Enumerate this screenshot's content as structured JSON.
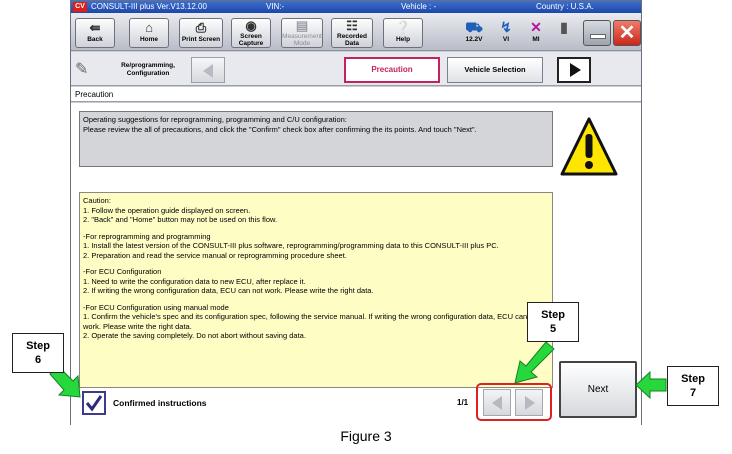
{
  "titlebar": {
    "logo": "CV",
    "app_title": "CONSULT-III plus Ver.V13.12.00",
    "vin": "VIN:-",
    "vehicle": "Vehicle : -",
    "country": "Country : U.S.A."
  },
  "toolbar": {
    "back": "Back",
    "home": "Home",
    "print_screen": "Print Screen",
    "screen_capture_1": "Screen",
    "screen_capture_2": "Capture",
    "measurement_mode_1": "Measurement",
    "measurement_mode_2": "Mode",
    "recorded_data_1": "Recorded",
    "recorded_data_2": "Data",
    "help": "Help",
    "voltage": "12.2V",
    "vi": "VI",
    "mi": "MI"
  },
  "navbar": {
    "mode_label_1": "Re/programming,",
    "mode_label_2": "Configuration",
    "crumb_active": "Precaution",
    "crumb_next": "Vehicle Selection"
  },
  "section_label": "Precaution",
  "suggestion": {
    "line1": "Operating suggestions for reprogramming, programming and C/U configuration:",
    "line2": "Please review the all of precautions, and click the \"Confirm\" check box after confirming the its points. And touch \"Next\"."
  },
  "caution": {
    "p1": "Caution:\n1. Follow the operation guide displayed on screen.\n2. \"Back\" and  \"Home\" button may not be used on this flow.",
    "p2": "-For reprogramming and programming\n1. Install the latest version of the CONSULT-III plus software, reprogramming/programming data to this CONSULT-III plus PC.\n2. Preparation and read the service manual or reprogramming procedure sheet.",
    "p3": "-For ECU Configuration\n1. Need to write the configuration data to new ECU, after replace it.\n2. If writing the wrong configuration data, ECU can not work. Please write the right data.",
    "p4": "-For ECU Configuration using manual mode\n1. Confirm the vehicle's spec and its configuration spec, following the service manual.  If writing the wrong configuration data, ECU can not work. Please write the right data.\n2. Operate the saving completely. Do not abort without saving data."
  },
  "confirm": {
    "label": "Confirmed instructions",
    "checked": true
  },
  "pager": {
    "indicator": "1/1"
  },
  "next_label": "Next",
  "annotations": {
    "step6_a": "Step",
    "step6_b": "6",
    "step5_a": "Step",
    "step5_b": "5",
    "step7_a": "Step",
    "step7_b": "7",
    "arrow_color": "#27d83c"
  },
  "figure_caption": "Figure 3",
  "colors": {
    "active_crumb": "#c1245d",
    "caution_bg": "#fdfdc4",
    "highlight": "#e02020"
  }
}
